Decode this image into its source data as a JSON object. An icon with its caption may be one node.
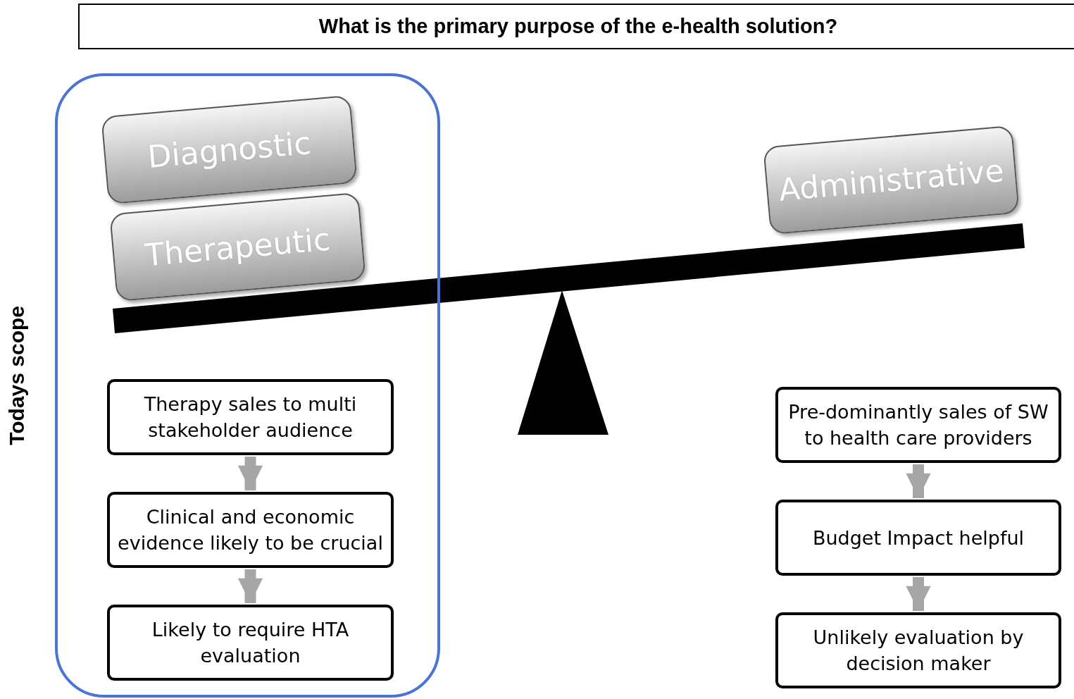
{
  "diagram": {
    "title": "What is the primary purpose of the e-health solution?",
    "nodes": [
      {
        "text": [
          "Todays scope"
        ]
      },
      {
        "text": [
          "Diagnostic"
        ],
        "in": 0
      },
      {
        "text": [
          "Therapeutic"
        ],
        "in": 0
      },
      {
        "text": [
          "Administrative"
        ]
      },
      {
        "text": [
          "Therapy sales to multi stakeholder audience"
        ],
        "in": 0
      },
      {
        "text": [
          "Clinical and economic evidence likely to be crucial"
        ],
        "in": 0
      },
      {
        "text": [
          "Likely to require HTA evaluation"
        ],
        "in": 0
      },
      {
        "text": [
          "Pre-dominantly sales of SW to health care providers"
        ]
      },
      {
        "text": [
          "Budget Impact helpful"
        ]
      },
      {
        "text": [
          "Unlikely evaluation by decision maker"
        ]
      }
    ],
    "edges": [
      {
        "from": 4,
        "to": 5,
        "arrow": "to"
      },
      {
        "from": 5,
        "to": 6,
        "arrow": "to"
      },
      {
        "from": 7,
        "to": 8,
        "arrow": "to"
      },
      {
        "from": 8,
        "to": 9,
        "arrow": "to"
      }
    ]
  }
}
